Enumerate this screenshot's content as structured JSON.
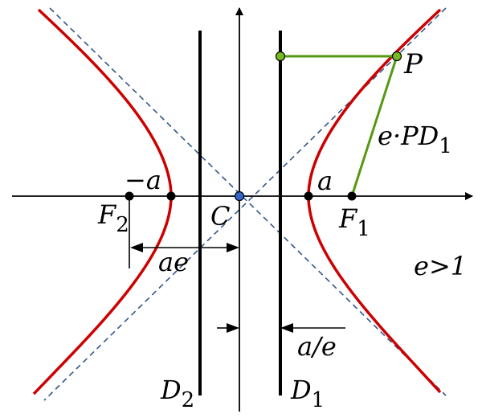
{
  "labels": {
    "P": "P",
    "distance_expr": "e·PD",
    "distance_sub": "1",
    "a_pos": "a",
    "a_neg": "−a",
    "F1": "F",
    "F1_sub": "1",
    "F2": "F",
    "F2_sub": "2",
    "C": "C",
    "ae": "ae",
    "a_over_e": "a/e",
    "e_condition": "e>1",
    "D1": "D",
    "D1_sub": "1",
    "D2": "D",
    "D2_sub": "2"
  },
  "colors": {
    "curve": "#cc0000",
    "asymptote": "#335588",
    "green": "#559911",
    "point_green": "#77bb22",
    "center_point": "#3366cc",
    "axis": "#000000"
  }
}
